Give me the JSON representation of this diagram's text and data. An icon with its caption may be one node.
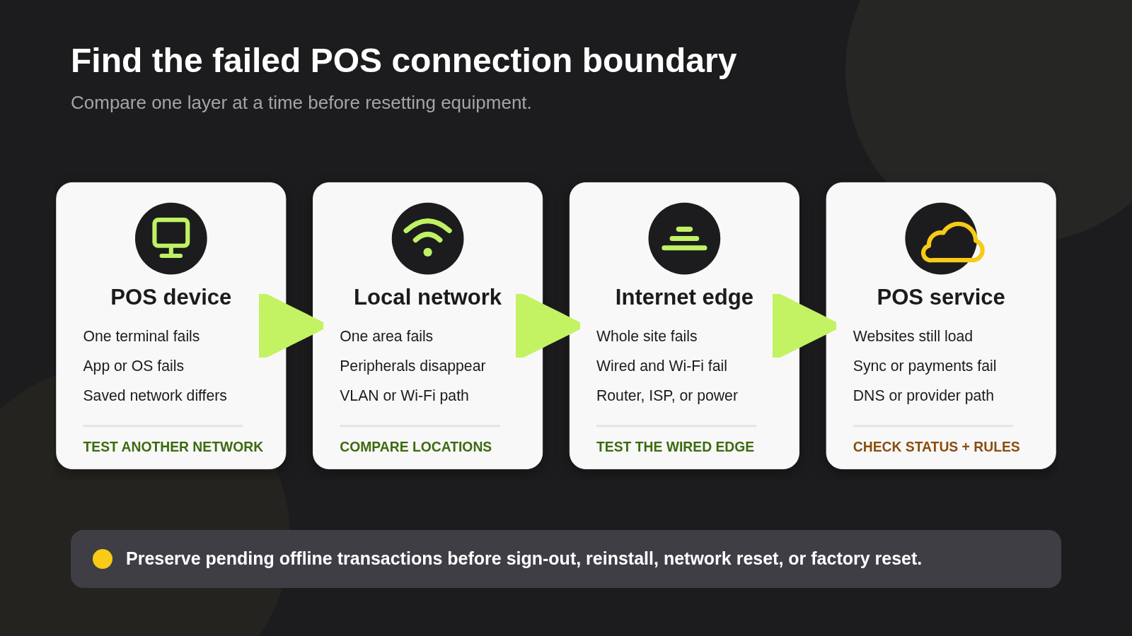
{
  "diagram": {
    "title": "Find the failed POS connection boundary",
    "nodes": [
      {
        "text": [
          "POS device",
          "One terminal fails",
          "App or OS fails",
          "Saved network differs",
          "TEST ANOTHER NETWORK"
        ]
      },
      {
        "text": [
          "Local network",
          "One area fails",
          "Peripherals disappear",
          "VLAN or Wi-Fi path",
          "COMPARE LOCATIONS"
        ]
      },
      {
        "text": [
          "Internet edge",
          "Whole site fails",
          "Wired and Wi-Fi fail",
          "Router, ISP, or power",
          "TEST THE WIRED EDGE"
        ]
      },
      {
        "text": [
          "POS service",
          "Websites still load",
          "Sync or payments fail",
          "DNS or provider path",
          "CHECK STATUS + RULES"
        ]
      }
    ],
    "edges": [
      {
        "from": 0,
        "to": 1,
        "arrow": "to"
      },
      {
        "from": 1,
        "to": 2,
        "arrow": "to"
      },
      {
        "from": 2,
        "to": 3,
        "arrow": "to"
      }
    ],
    "labels": [
      "Compare one layer at a time before resetting equipment.",
      "Preserve pending offline transactions before sign-out, reinstall, network reset, or factory reset."
    ]
  }
}
